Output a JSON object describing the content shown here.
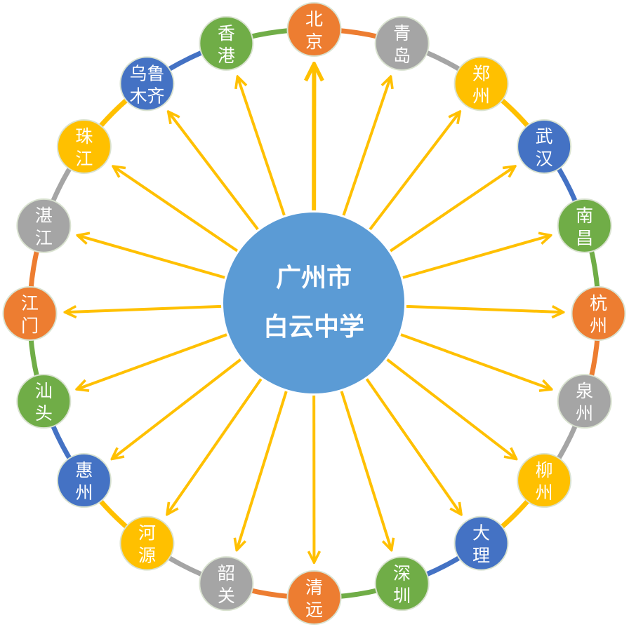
{
  "center": {
    "line1": "广州市",
    "line2": "白云中学",
    "color": "#5B9BD5"
  },
  "arrow_color": "#FFC000",
  "palette": {
    "orange": "#ED7D31",
    "gray": "#A5A5A5",
    "yellow": "#FFC000",
    "blue": "#4472C4",
    "green": "#70AD47"
  },
  "nodes": [
    {
      "lines": [
        "北",
        "京"
      ],
      "color": "orange"
    },
    {
      "lines": [
        "青",
        "岛"
      ],
      "color": "gray"
    },
    {
      "lines": [
        "郑",
        "州"
      ],
      "color": "yellow"
    },
    {
      "lines": [
        "武",
        "汉"
      ],
      "color": "blue"
    },
    {
      "lines": [
        "南",
        "昌"
      ],
      "color": "green"
    },
    {
      "lines": [
        "杭",
        "州"
      ],
      "color": "orange"
    },
    {
      "lines": [
        "泉",
        "州"
      ],
      "color": "gray"
    },
    {
      "lines": [
        "柳",
        "州"
      ],
      "color": "yellow"
    },
    {
      "lines": [
        "大",
        "理"
      ],
      "color": "blue"
    },
    {
      "lines": [
        "深",
        "圳"
      ],
      "color": "green"
    },
    {
      "lines": [
        "清",
        "远"
      ],
      "color": "orange"
    },
    {
      "lines": [
        "韶",
        "关"
      ],
      "color": "gray"
    },
    {
      "lines": [
        "河",
        "源"
      ],
      "color": "yellow"
    },
    {
      "lines": [
        "惠",
        "州"
      ],
      "color": "blue"
    },
    {
      "lines": [
        "汕",
        "头"
      ],
      "color": "green"
    },
    {
      "lines": [
        "江",
        "门"
      ],
      "color": "orange"
    },
    {
      "lines": [
        "湛",
        "江"
      ],
      "color": "gray"
    },
    {
      "lines": [
        "珠",
        "江"
      ],
      "color": "yellow"
    },
    {
      "lines": [
        "乌鲁",
        "木齐"
      ],
      "color": "blue"
    },
    {
      "lines": [
        "香",
        "港"
      ],
      "color": "green"
    }
  ]
}
